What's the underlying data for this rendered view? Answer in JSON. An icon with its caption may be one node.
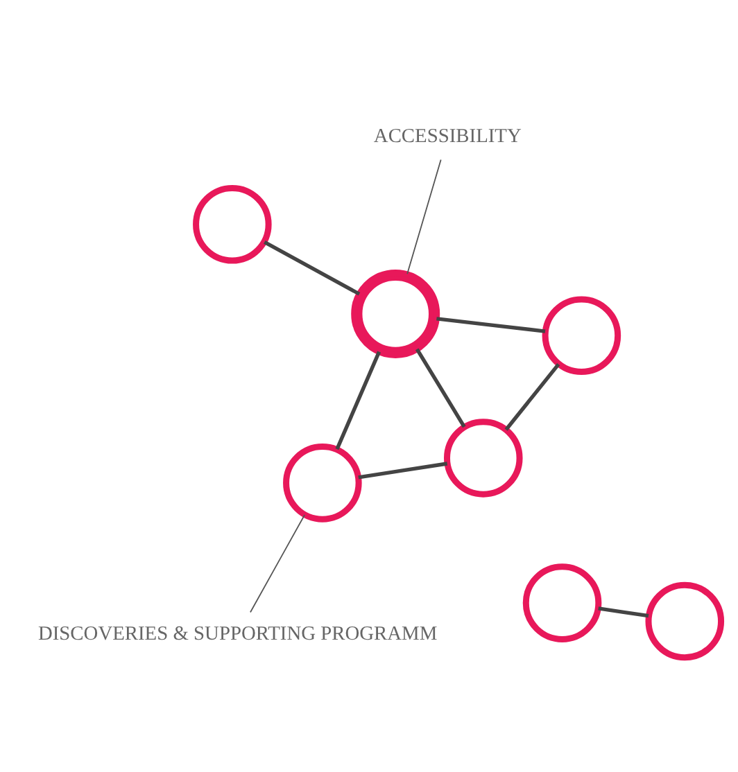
{
  "diagram": {
    "nodes": [
      {
        "text": [],
        "shape": "circle"
      },
      {
        "text": [],
        "shape": "circle"
      },
      {
        "text": [],
        "shape": "circle"
      },
      {
        "text": [],
        "shape": "circle"
      },
      {
        "text": [],
        "shape": "circle"
      },
      {
        "text": [],
        "shape": "circle"
      },
      {
        "text": [],
        "shape": "circle"
      },
      {
        "text": [
          "ACCESSIBILITY"
        ]
      },
      {
        "text": [
          "DISCOVERIES & SUPPORTING PROGRAMM"
        ]
      }
    ],
    "edges": [
      {
        "from": 0,
        "to": 1,
        "arrow": "none"
      },
      {
        "from": 0,
        "to": 6,
        "arrow": "none"
      },
      {
        "from": 0,
        "to": 2,
        "arrow": "none"
      },
      {
        "from": 1,
        "to": 2,
        "arrow": "none"
      },
      {
        "from": 2,
        "to": 3,
        "arrow": "none"
      },
      {
        "from": 2,
        "to": 6,
        "arrow": "none"
      },
      {
        "from": 4,
        "to": 5,
        "arrow": "none"
      },
      {
        "from": 7,
        "to": 2,
        "arrow": "none",
        "color": "#555555"
      },
      {
        "from": 8,
        "to": 6,
        "arrow": "none",
        "color": "#555555"
      }
    ]
  }
}
